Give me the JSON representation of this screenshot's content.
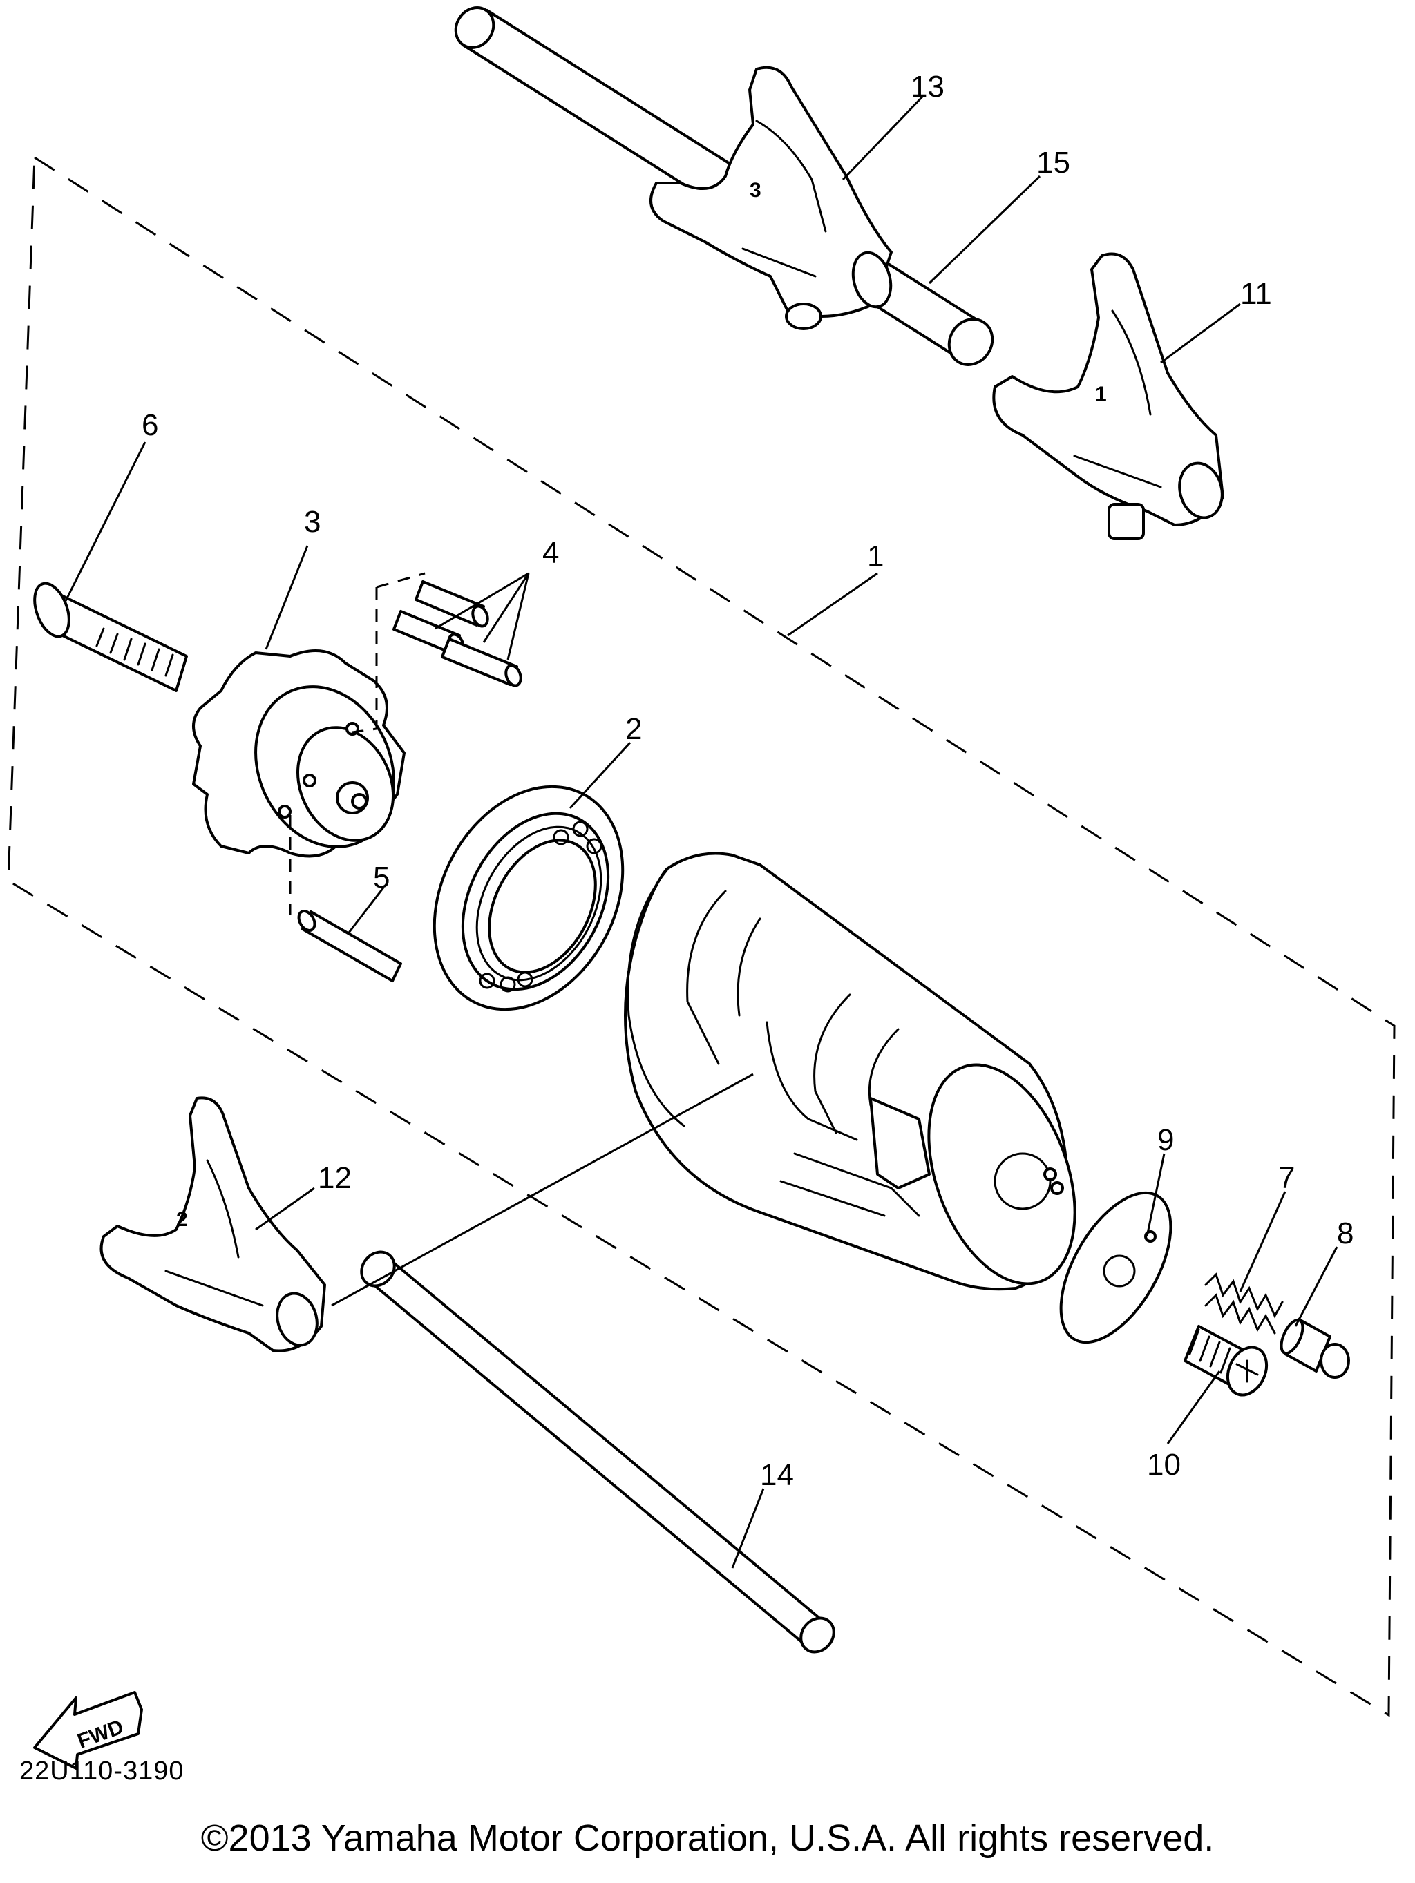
{
  "diagram": {
    "callouts": [
      {
        "id": "1",
        "label": "1"
      },
      {
        "id": "2",
        "label": "2"
      },
      {
        "id": "3",
        "label": "3"
      },
      {
        "id": "4",
        "label": "4"
      },
      {
        "id": "5",
        "label": "5"
      },
      {
        "id": "6",
        "label": "6"
      },
      {
        "id": "7",
        "label": "7"
      },
      {
        "id": "8",
        "label": "8"
      },
      {
        "id": "9",
        "label": "9"
      },
      {
        "id": "10",
        "label": "10"
      },
      {
        "id": "11",
        "label": "11"
      },
      {
        "id": "12",
        "label": "12"
      },
      {
        "id": "13",
        "label": "13"
      },
      {
        "id": "14",
        "label": "14"
      },
      {
        "id": "15",
        "label": "15"
      }
    ],
    "fork_marks": {
      "fork_1": "1",
      "fork_2": "2",
      "fork_3": "3"
    },
    "fwd_label": "FWD",
    "drawing_code": "22U110-3190"
  },
  "footer": {
    "copyright": "©2013 Yamaha Motor Corporation, U.S.A. All rights reserved."
  }
}
